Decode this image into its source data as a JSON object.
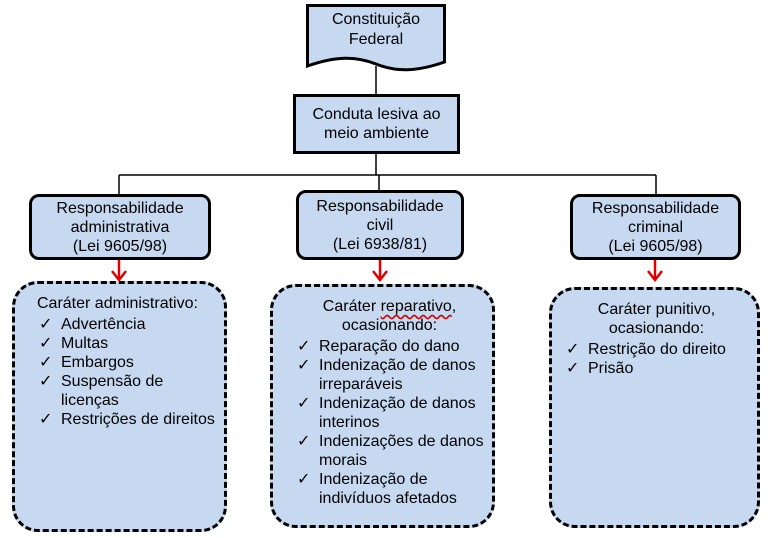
{
  "root": {
    "line1": "Constituição",
    "line2": "Federal"
  },
  "conduct": {
    "line1": "Conduta lesiva ao",
    "line2": "meio ambiente"
  },
  "branches": [
    {
      "title1": "Responsabilidade",
      "title2": "administrativa",
      "law": "(Lei 9605/98)",
      "heading1": "Caráter administrativo:",
      "heading2": "",
      "items": [
        "Advertência",
        "Multas",
        "Embargos",
        "Suspensão de licenças",
        "Restrições de direitos"
      ]
    },
    {
      "title1": "Responsabilidade",
      "title2": "civil",
      "law": "(Lei 6938/81)",
      "heading1a": "Caráter ",
      "heading1b": "reparativo",
      "heading1c": ",",
      "heading2": "ocasionando:",
      "items": [
        "Reparação do dano",
        "Indenização de danos irreparáveis",
        "Indenização de danos interinos",
        "Indenizações de danos morais",
        "Indenização de indivíduos afetados"
      ]
    },
    {
      "title1": "Responsabilidade",
      "title2": "criminal",
      "law": "(Lei 9605/98)",
      "heading1": "Caráter punitivo,",
      "heading2": "ocasionando:",
      "items": [
        "Restrição do direito",
        "Prisão"
      ]
    }
  ],
  "check_symbol": "✓",
  "colors": {
    "box_fill": "#c6d9f1",
    "arrow": "#e00000",
    "border": "#000000"
  }
}
